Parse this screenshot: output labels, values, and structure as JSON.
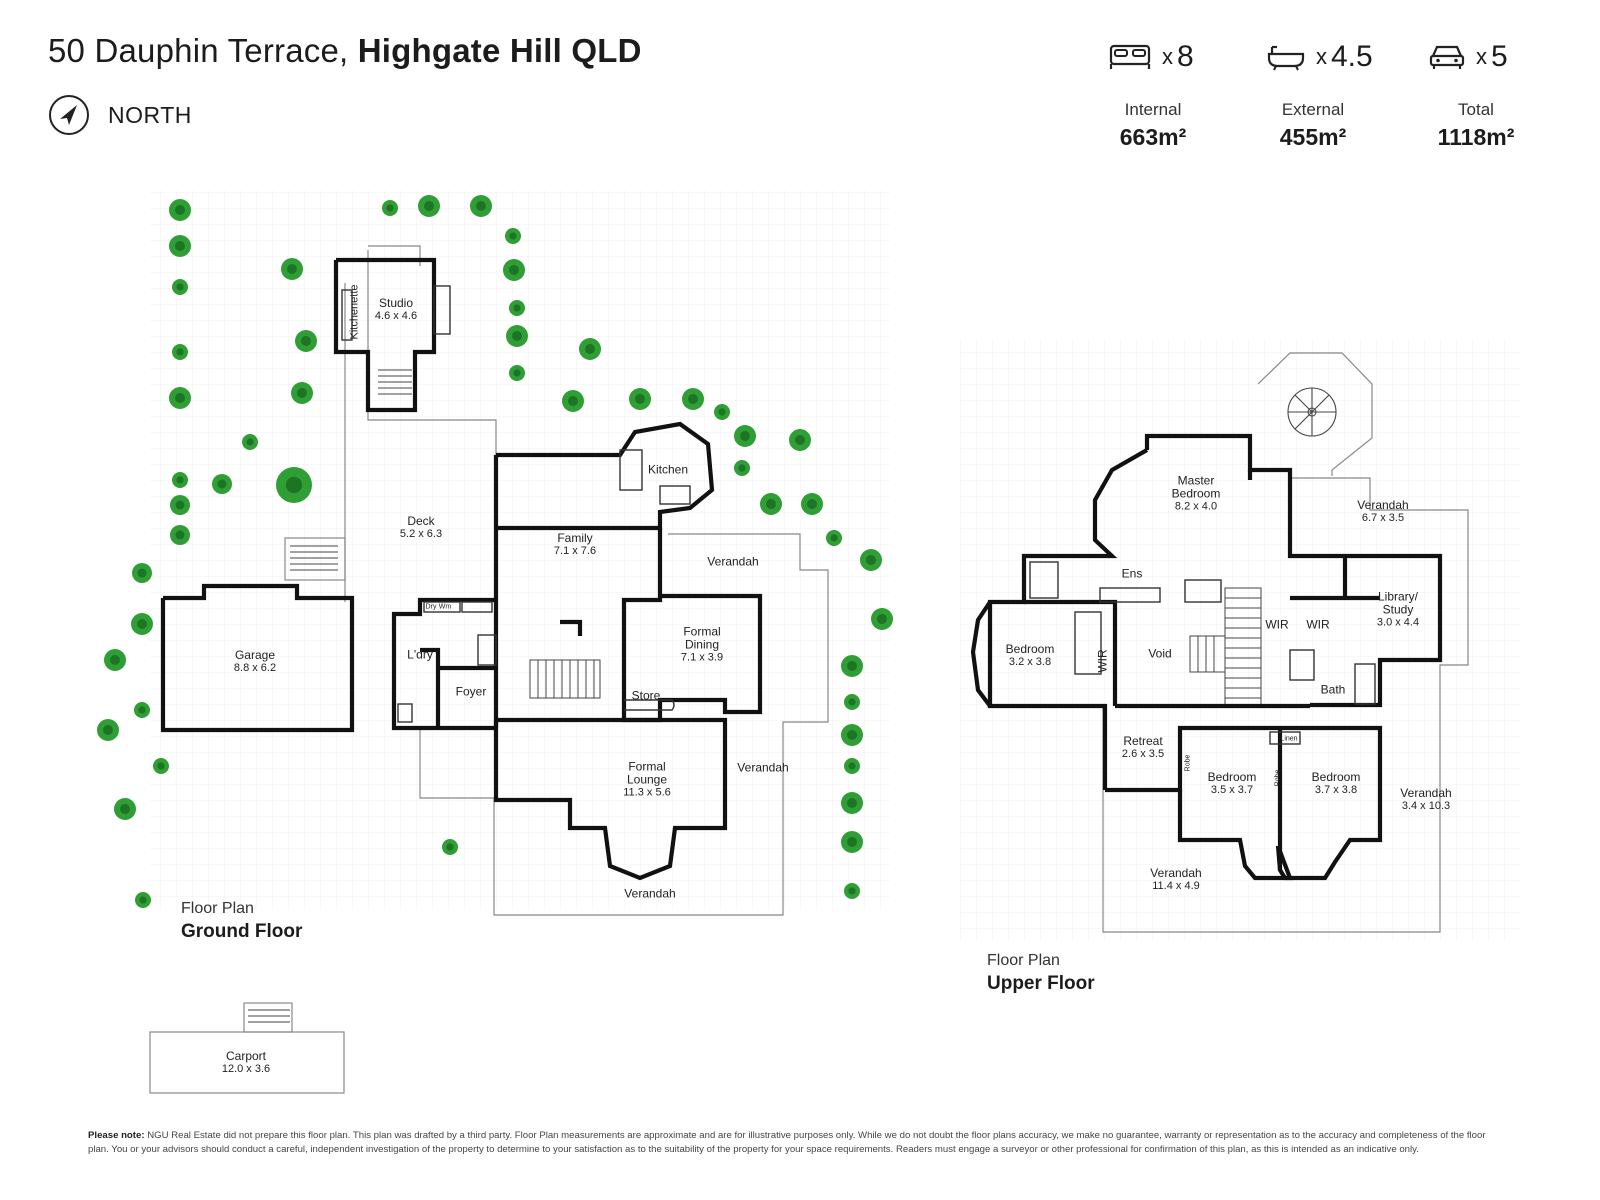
{
  "header": {
    "address": "50 Dauphin Terrace,",
    "locality": "Highgate Hill QLD",
    "north_label": "NORTH"
  },
  "stats": {
    "bedrooms": "8",
    "bathrooms": "4.5",
    "cars": "5",
    "x_symbol": "x"
  },
  "areas": {
    "internal_label": "Internal",
    "internal_value": "663m²",
    "external_label": "External",
    "external_value": "455m²",
    "total_label": "Total",
    "total_value": "1118m²"
  },
  "ground_floor": {
    "label": "Floor Plan",
    "name": "Ground Floor",
    "rooms": {
      "studio": {
        "name": "Studio",
        "dim": "4.6 x 4.6"
      },
      "kitchenette": {
        "name": "Kitchenette"
      },
      "kitchen": {
        "name": "Kitchen"
      },
      "deck": {
        "name": "Deck",
        "dim": "5.2 x 6.3"
      },
      "family": {
        "name": "Family",
        "dim": "7.1 x 7.6"
      },
      "verandah_1": {
        "name": "Verandah"
      },
      "garage": {
        "name": "Garage",
        "dim": "8.8 x 6.2"
      },
      "laundry": {
        "name": "L'dry"
      },
      "dry": {
        "name": "Dry"
      },
      "wm": {
        "name": "Wm"
      },
      "foyer": {
        "name": "Foyer"
      },
      "store": {
        "name": "Store"
      },
      "formal_dining": {
        "name": "Formal\nDining",
        "dim": "7.1 x 3.9"
      },
      "formal_lounge": {
        "name": "Formal\nLounge",
        "dim": "11.3 x 5.6"
      },
      "verandah_2": {
        "name": "Verandah"
      },
      "verandah_3": {
        "name": "Verandah"
      },
      "carport": {
        "name": "Carport",
        "dim": "12.0 x 3.6"
      }
    }
  },
  "upper_floor": {
    "label": "Floor Plan",
    "name": "Upper Floor",
    "rooms": {
      "master": {
        "name": "Master\nBedroom",
        "dim": "8.2 x 4.0"
      },
      "verandah_a": {
        "name": "Verandah",
        "dim": "6.7 x 3.5"
      },
      "ens": {
        "name": "Ens"
      },
      "library": {
        "name": "Library/\nStudy",
        "dim": "3.0 x 4.4"
      },
      "bedroom_1": {
        "name": "Bedroom",
        "dim": "3.2 x 3.8"
      },
      "wir_1": {
        "name": "WIR"
      },
      "void": {
        "name": "Void"
      },
      "wir_2": {
        "name": "WIR"
      },
      "wir_3": {
        "name": "WIR"
      },
      "bath": {
        "name": "Bath"
      },
      "retreat": {
        "name": "Retreat",
        "dim": "2.6 x 3.5"
      },
      "bedroom_2": {
        "name": "Bedroom",
        "dim": "3.5 x 3.7"
      },
      "bedroom_3": {
        "name": "Bedroom",
        "dim": "3.7 x 3.8"
      },
      "robe_1": {
        "name": "Robe"
      },
      "robe_2": {
        "name": "Robe"
      },
      "linen": {
        "name": "Linen"
      },
      "verandah_b": {
        "name": "Verandah",
        "dim": "3.4 x 10.3"
      },
      "verandah_c": {
        "name": "Verandah",
        "dim": "11.4 x 4.9"
      }
    }
  },
  "disclaimer": {
    "lead": "Please note:",
    "text": "NGU Real Estate did not prepare this floor plan. This plan was drafted by a third party. Floor Plan measurements are approximate and are for illustrative purposes only. While we do not doubt the floor plans accuracy, we make no guarantee, warranty or representation as to the accuracy and completeness of the floor plan. You or your advisors should conduct a careful, independent investigation of the property to determine to your satisfaction as to the suitability of the property for your space requirements. Readers must engage a surveyor or other professional for confirmation of this plan, as this is intended as an indicative only."
  },
  "colors": {
    "wall": "#111111",
    "line": "#888888",
    "tree": "#2f9e35",
    "tree_dark": "#1d7424"
  }
}
